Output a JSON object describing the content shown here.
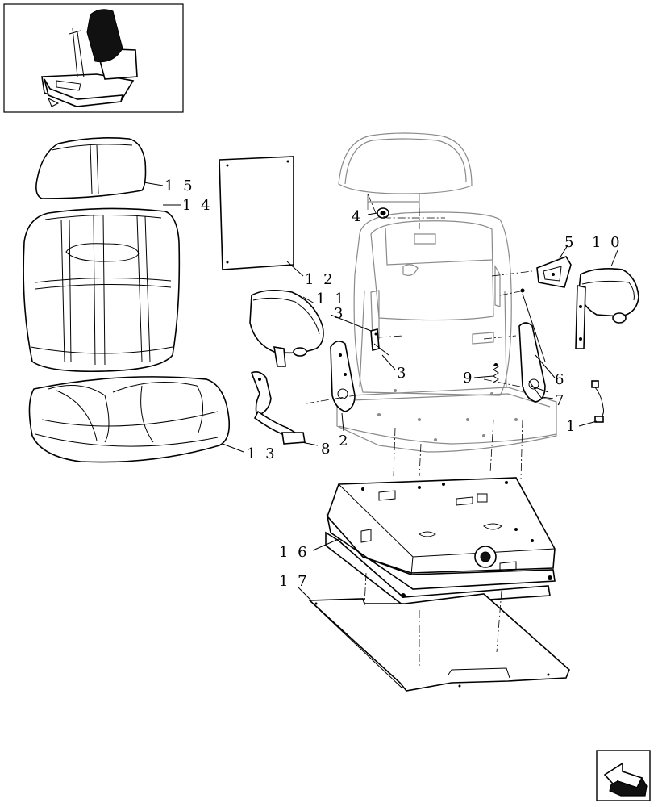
{
  "callouts": [
    {
      "id": "15",
      "text": "1 5"
    },
    {
      "id": "14",
      "text": "1 4"
    },
    {
      "id": "12",
      "text": "1 2"
    },
    {
      "id": "11",
      "text": "1 1"
    },
    {
      "id": "4",
      "text": "4"
    },
    {
      "id": "5",
      "text": "5"
    },
    {
      "id": "10",
      "text": "1 0"
    },
    {
      "id": "3a",
      "text": "3"
    },
    {
      "id": "3b",
      "text": "3"
    },
    {
      "id": "9",
      "text": "9"
    },
    {
      "id": "6",
      "text": "6"
    },
    {
      "id": "7",
      "text": "7"
    },
    {
      "id": "1",
      "text": "1"
    },
    {
      "id": "2",
      "text": "2"
    },
    {
      "id": "8",
      "text": "8"
    },
    {
      "id": "13",
      "text": "1 3"
    },
    {
      "id": "16",
      "text": "1 6"
    },
    {
      "id": "17",
      "text": "1 7"
    }
  ],
  "icons": {
    "thumbnail": "machine-seat-location-icon",
    "nav": "next-page-arrow-icon"
  }
}
